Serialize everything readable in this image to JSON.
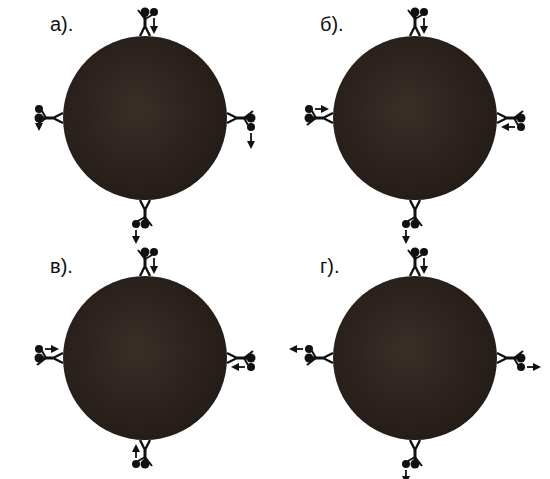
{
  "diagram": {
    "labels": [
      "а).",
      "б).",
      "в).",
      "г)."
    ]
  }
}
